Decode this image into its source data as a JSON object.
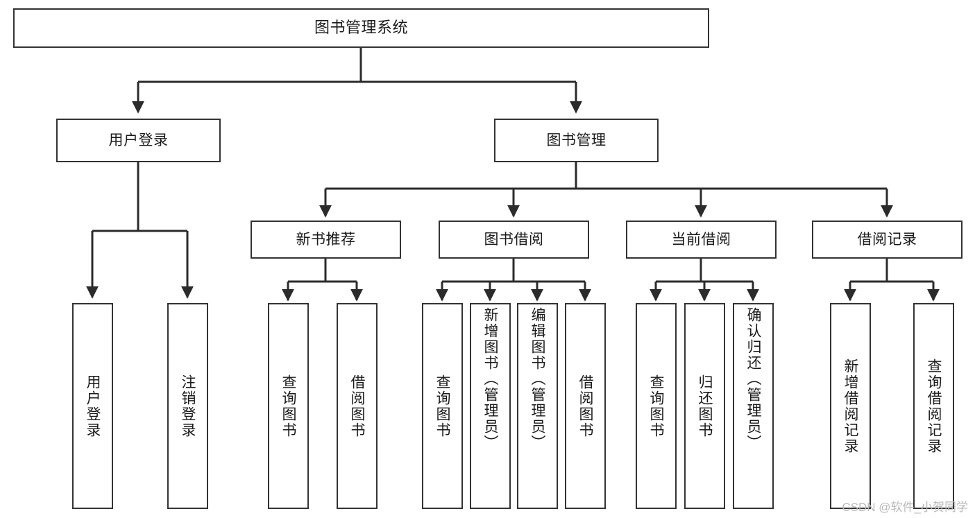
{
  "diagram": {
    "title": "图书管理系统",
    "type": "tree",
    "root": {
      "id": "root",
      "label": "图书管理系统"
    },
    "level1": [
      {
        "id": "user-login",
        "label": "用户登录"
      },
      {
        "id": "book-manage",
        "label": "图书管理"
      }
    ],
    "level2": [
      {
        "id": "new-book-recommend",
        "label": "新书推荐",
        "parent": "book-manage"
      },
      {
        "id": "book-borrow",
        "label": "图书借阅",
        "parent": "book-manage"
      },
      {
        "id": "current-borrow",
        "label": "当前借阅",
        "parent": "book-manage"
      },
      {
        "id": "borrow-record",
        "label": "借阅记录",
        "parent": "book-manage"
      }
    ],
    "leaves": {
      "user-login": [
        {
          "id": "leaf-user-login",
          "label": "用户登录"
        },
        {
          "id": "leaf-logout-login",
          "label": "注销登录"
        }
      ],
      "new-book-recommend": [
        {
          "id": "leaf-query-book-1",
          "label": "查询图书"
        },
        {
          "id": "leaf-borrow-book-1",
          "label": "借阅图书"
        }
      ],
      "book-borrow": [
        {
          "id": "leaf-query-book-2",
          "label": "查询图书"
        },
        {
          "id": "leaf-add-book",
          "label": "新增图书（管理员）"
        },
        {
          "id": "leaf-edit-book",
          "label": "编辑图书（管理员）"
        },
        {
          "id": "leaf-borrow-book-2",
          "label": "借阅图书"
        }
      ],
      "current-borrow": [
        {
          "id": "leaf-query-book-3",
          "label": "查询图书"
        },
        {
          "id": "leaf-return-book",
          "label": "归还图书"
        },
        {
          "id": "leaf-confirm-return",
          "label": "确认归还（管理员）"
        }
      ],
      "borrow-record": [
        {
          "id": "leaf-add-record",
          "label": "新增借阅记录"
        },
        {
          "id": "leaf-query-record",
          "label": "查询借阅记录"
        }
      ]
    }
  },
  "watermark": {
    "text": "CSDN @软件_小贺同学"
  },
  "colors": {
    "box_border": "#333333",
    "box_fill": "#ffffff",
    "connector": "#2b2b2b",
    "text": "#1a1a1a",
    "watermark": "#b9b9b9"
  }
}
